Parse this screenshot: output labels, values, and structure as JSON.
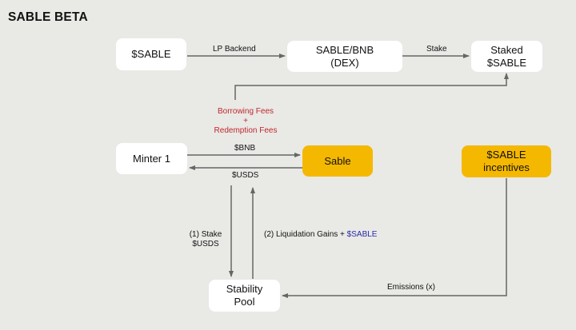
{
  "title": "SABLE BETA",
  "nodes": {
    "sable_token": "$SABLE",
    "dex": [
      "SABLE/BNB",
      "(DEX)"
    ],
    "staked": [
      "Staked",
      "$SABLE"
    ],
    "minter": "Minter 1",
    "sable": "Sable",
    "incentives": [
      "$SABLE",
      "incentives"
    ],
    "stability_pool": [
      "Stability",
      "Pool"
    ]
  },
  "edges": {
    "lp_backend": "LP Backend",
    "stake": "Stake",
    "fees": [
      "Borrowing Fees",
      "+",
      "Redemption Fees"
    ],
    "bnb": "$BNB",
    "usds": "$USDS",
    "stake_usds": [
      "(1) Stake",
      "$USDS"
    ],
    "liquidation": "(2) Liquidation Gains + ",
    "liquidation_token": "$SABLE",
    "emissions": "Emissions (x)"
  },
  "colors": {
    "background": "#e9e9e6",
    "node": "#ffffff",
    "highlight": "#f5b800",
    "fee_text": "#c0282c",
    "token_text": "#2a2aa8",
    "edge": "#666666"
  }
}
